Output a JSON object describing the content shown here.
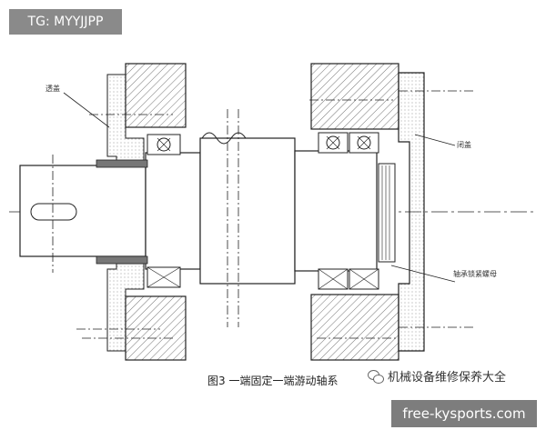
{
  "watermark_top": "TG: MYYJJPP",
  "watermark_bottom": "free-kysports.com",
  "caption": "图3  一端固定一端游动轴系",
  "brand": "机械设备维修保养大全",
  "labels": {
    "left_cover": "透盖",
    "right_cover": "闭盖",
    "nut": "轴承锁紧螺母"
  },
  "icons": [
    "wechat-icon"
  ]
}
